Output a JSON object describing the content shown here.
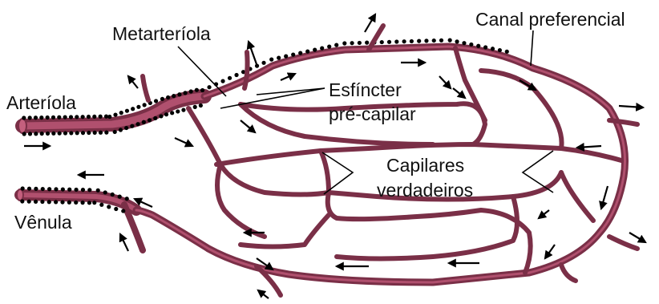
{
  "labels": {
    "arteriole": "Arteríola",
    "metarteriole": "Metarteríola",
    "sphincter_line1": "Esfíncter",
    "sphincter_line2": "pré-capilar",
    "preferential_channel": "Canal preferencial",
    "capillaries_line1": "Capilares",
    "capillaries_line2": "verdadeiros",
    "venule": "Vênula"
  },
  "colors": {
    "vessel": "#7a2f47",
    "vessel_highlight": "#b0506e",
    "muscle_dots": "#000000",
    "text": "#111111",
    "background": "#ffffff"
  }
}
